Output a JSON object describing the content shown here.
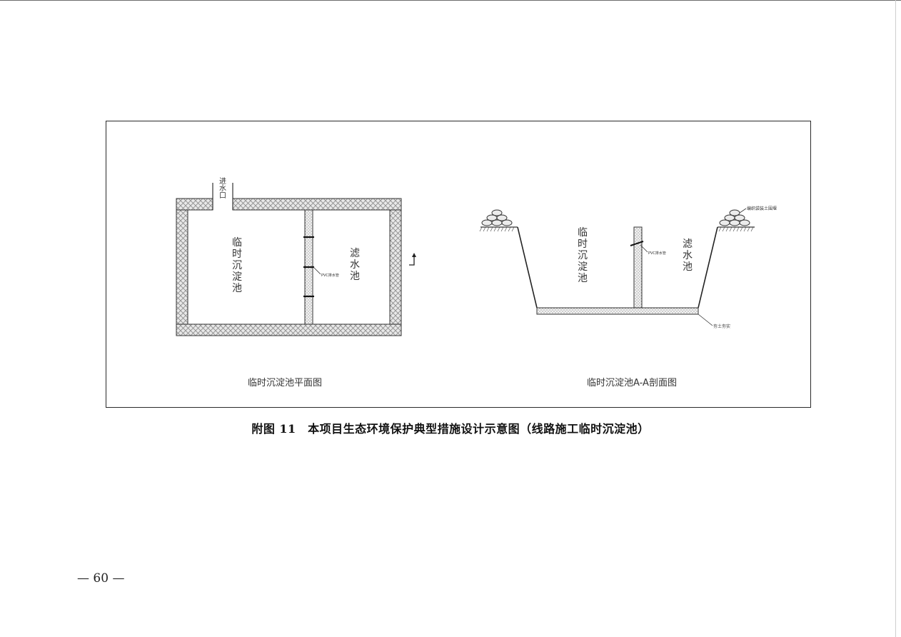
{
  "figure": {
    "plan_view": {
      "main_pool_label": [
        "临",
        "时",
        "沉",
        "淀",
        "池"
      ],
      "filter_pool_label": [
        "滤",
        "水",
        "池"
      ],
      "inlet_label": [
        "进",
        "水",
        "口"
      ],
      "wall_note": "PVC排水管",
      "caption": "临时沉淀池平面图"
    },
    "section_view": {
      "main_pool_label": [
        "临",
        "时",
        "沉",
        "淀",
        "池"
      ],
      "filter_pool_label": [
        "滤",
        "水",
        "池"
      ],
      "pipe_note": "PVC排水管",
      "sandbag_note": "编织袋装土围堰",
      "bottom_note": "夯土夯实",
      "caption": "临时沉淀池A-A剖面图"
    }
  },
  "caption": "附图 11　本项目生态环境保护典型措施设计示意图（线路施工临时沉淀池）",
  "page_number": "— 60 —"
}
